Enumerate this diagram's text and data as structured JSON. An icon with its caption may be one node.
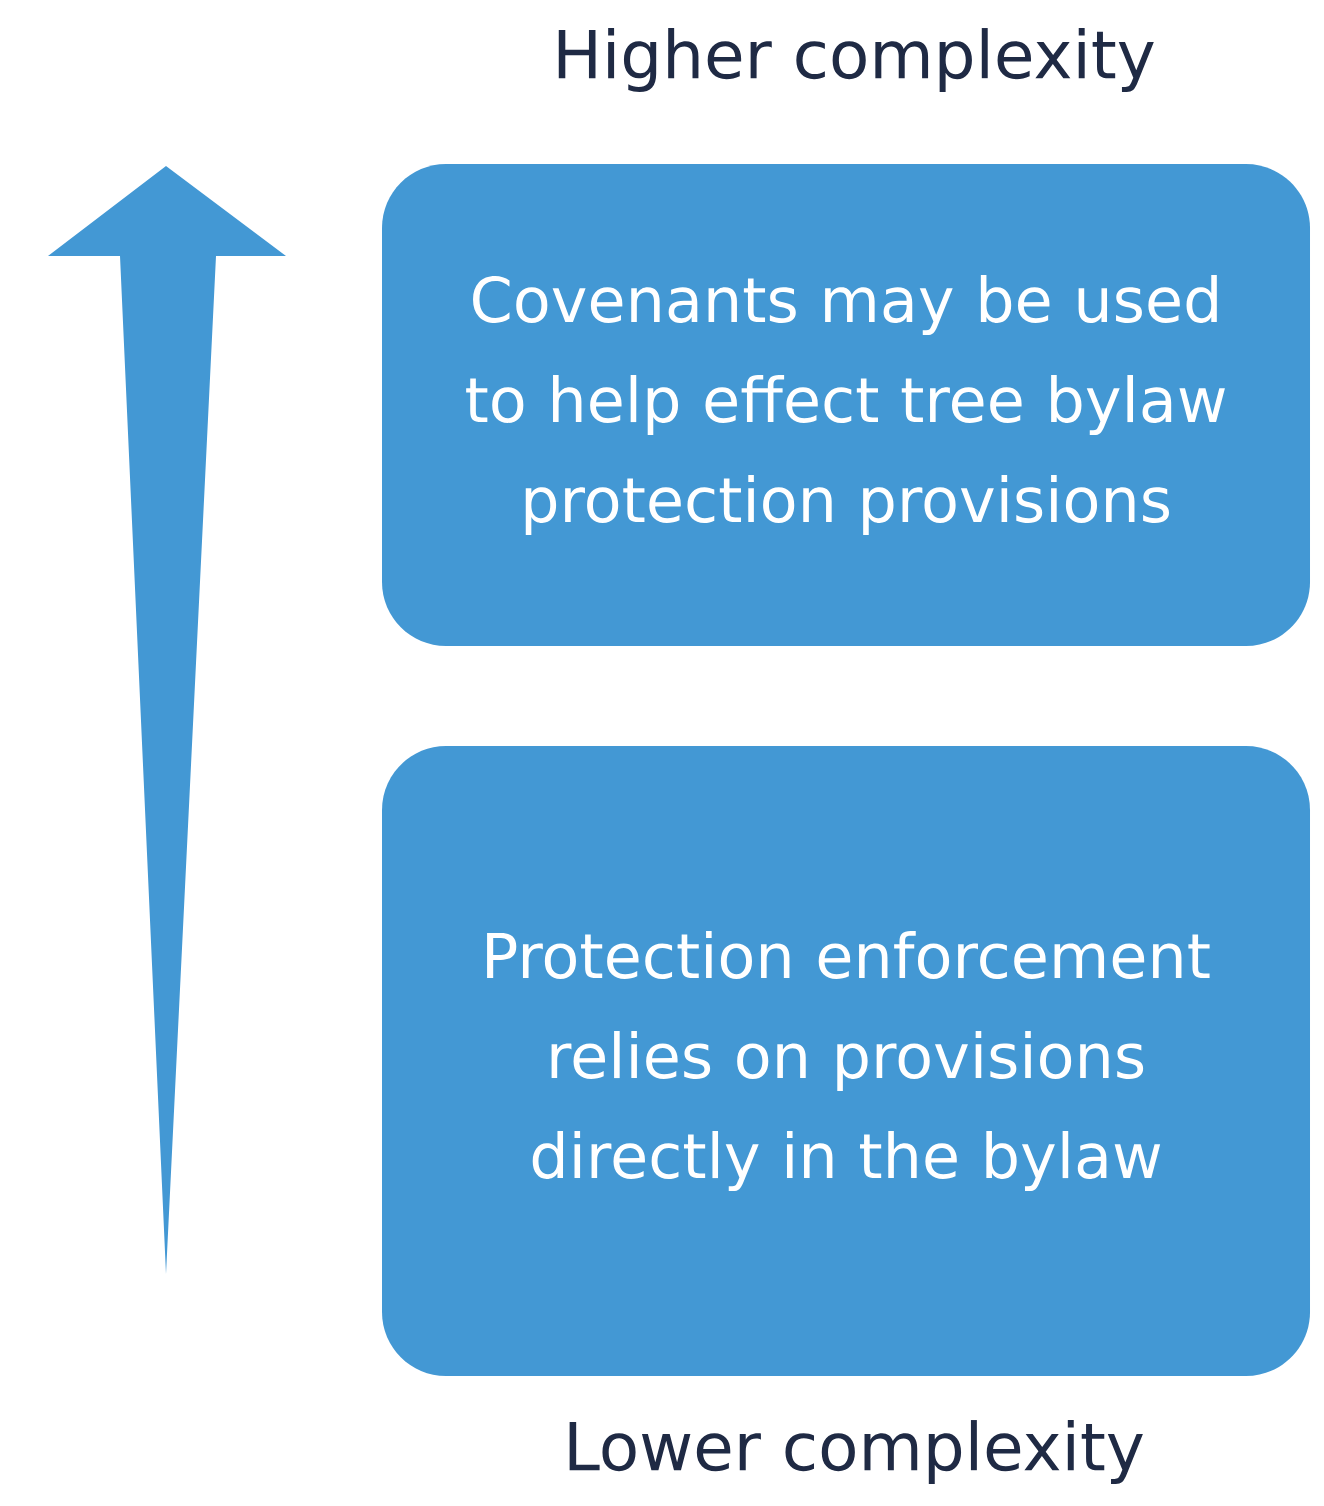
{
  "diagram": {
    "nodes": [
      {
        "text": [
          "Covenants may be used to help effect tree bylaw protection provisions"
        ]
      },
      {
        "text": [
          "Protection enforcement relies on provisions directly in the bylaw"
        ]
      }
    ],
    "labels": [
      "Higher complexity",
      "Lower complexity"
    ]
  }
}
